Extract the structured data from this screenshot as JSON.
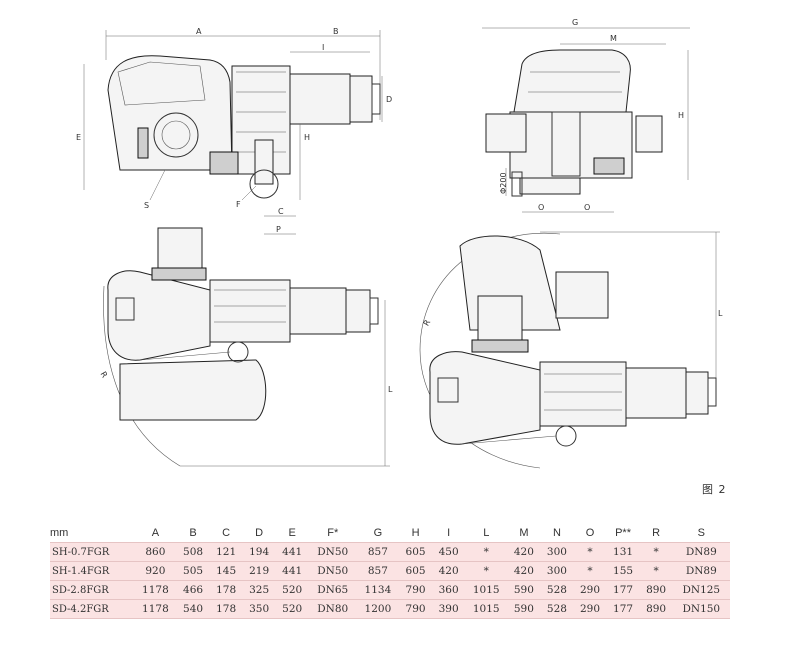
{
  "figure_label": "图 2",
  "dimension_letters": {
    "top_left": [
      "A",
      "B",
      "I",
      "D",
      "E",
      "H",
      "S",
      "F",
      "C",
      "P"
    ],
    "top_right": [
      "G",
      "M",
      "H",
      "Φ200",
      "O",
      "O"
    ],
    "bottom_left": [
      "R",
      "L"
    ],
    "bottom_right": [
      "R",
      "L"
    ]
  },
  "table": {
    "columns": [
      "mm",
      "A",
      "B",
      "C",
      "D",
      "E",
      "F*",
      "G",
      "H",
      "I",
      "L",
      "M",
      "N",
      "O",
      "P**",
      "R",
      "S"
    ],
    "rows": [
      [
        "SH-0.7FGR",
        "860",
        "508",
        "121",
        "194",
        "441",
        "DN50",
        "857",
        "605",
        "450",
        "*",
        "420",
        "300",
        "*",
        "131",
        "*",
        "DN89"
      ],
      [
        "SH-1.4FGR",
        "920",
        "505",
        "145",
        "219",
        "441",
        "DN50",
        "857",
        "605",
        "420",
        "*",
        "420",
        "300",
        "*",
        "155",
        "*",
        "DN89"
      ],
      [
        "SD-2.8FGR",
        "1178",
        "466",
        "178",
        "325",
        "520",
        "DN65",
        "1134",
        "790",
        "360",
        "1015",
        "590",
        "528",
        "290",
        "177",
        "890",
        "DN125"
      ],
      [
        "SD-4.2FGR",
        "1178",
        "540",
        "178",
        "350",
        "520",
        "DN80",
        "1200",
        "790",
        "390",
        "1015",
        "590",
        "528",
        "290",
        "177",
        "890",
        "DN150"
      ]
    ]
  }
}
